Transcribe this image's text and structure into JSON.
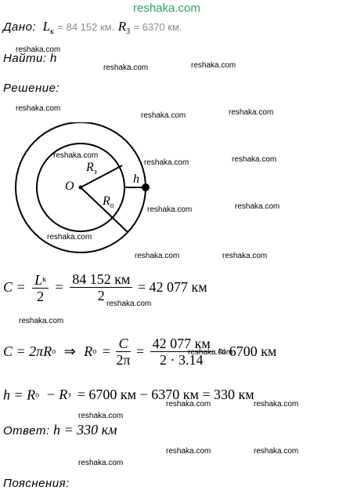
{
  "watermark_top": "reshaka.com",
  "watermark": "reshaka.com",
  "given": {
    "label": "Дано:",
    "L_symbol": "L",
    "L_sub": "к",
    "L_value": "= 84 152 км.",
    "R_symbol": "R",
    "R_sub": "3",
    "R_value": "= 6370 км."
  },
  "find": {
    "label": "Найти:",
    "symbol": "h"
  },
  "solution_label": "Решение:",
  "diagram": {
    "center_label": "O",
    "rz_label": "R",
    "rz_sub": "з",
    "ro_label": "R",
    "ro_sub": "о",
    "h_label": "h"
  },
  "eq1": {
    "lhs": "C =",
    "num": "L",
    "num_sub": "к",
    "den": "2",
    "eq": "=",
    "num2": "84 152 км",
    "den2": "2",
    "result": "= 42 077 км"
  },
  "eq2": {
    "part1": "C = 2πR",
    "sub1": "о",
    "arrow": "⇒",
    "r": "R",
    "r_sub": "о",
    "eq": "=",
    "num": "C",
    "den": "2π",
    "eq2": "=",
    "num2": "42 077 км",
    "den2": "2 · 3.14",
    "result": "≈ 6700 км"
  },
  "eq3": {
    "h": "h = R",
    "sub1": "о",
    "minus": "− R",
    "sub2": "з",
    "rest": "= 6700 км − 6370 км = 330 км"
  },
  "answer": {
    "label": "Ответ:",
    "value": "h = 330 км"
  },
  "explanation_label": "Пояснения:"
}
